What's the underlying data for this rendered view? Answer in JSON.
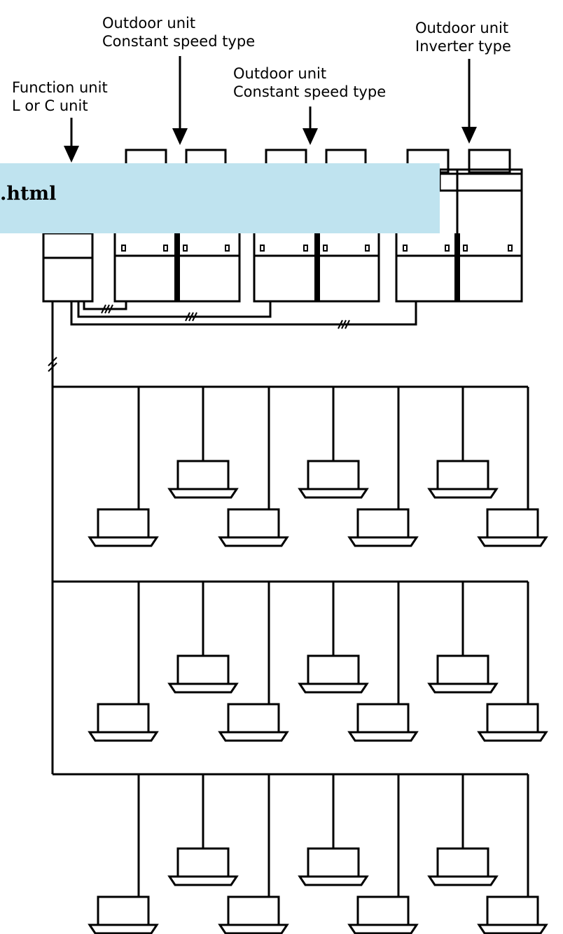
{
  "labels": {
    "outdoor_constant_1": [
      "Outdoor unit",
      "Constant speed type"
    ],
    "outdoor_constant_2": [
      "Outdoor unit",
      "Constant speed type"
    ],
    "outdoor_inverter": [
      "Outdoor unit",
      "Inverter type"
    ],
    "function_unit": [
      "Function unit",
      "L or C unit"
    ]
  },
  "banner": {
    "text": ".html"
  }
}
